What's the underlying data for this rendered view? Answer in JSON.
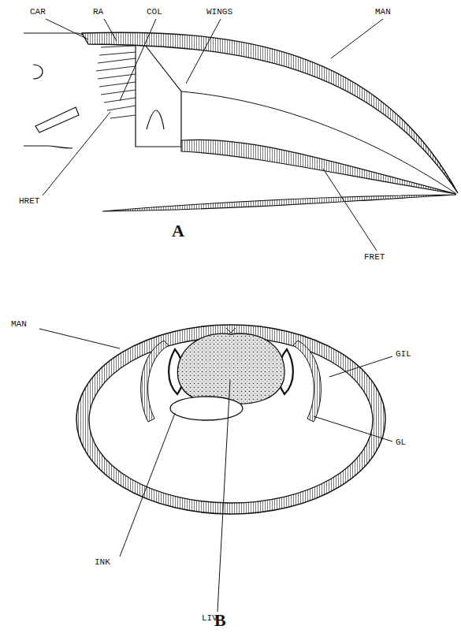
{
  "diagram": {
    "labels": [
      "CAR",
      "RA",
      "COL",
      "WINGS",
      "MAN",
      "HRET",
      "FRET",
      "A",
      "MAN",
      "GIL",
      "INK",
      "GL",
      "LIV",
      "B"
    ]
  }
}
